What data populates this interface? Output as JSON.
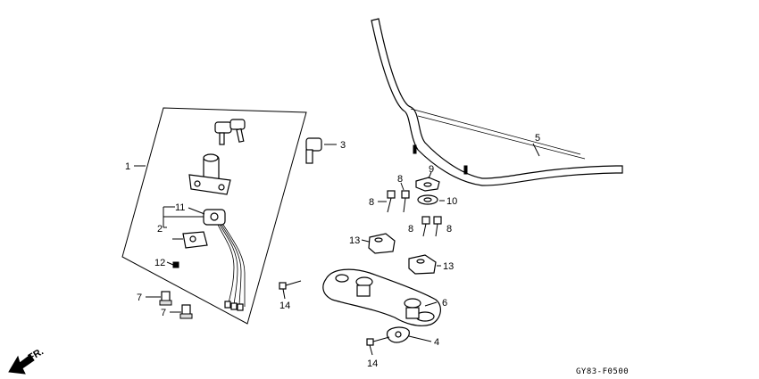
{
  "callouts": {
    "c1": "1",
    "c2": "2",
    "c3": "3",
    "c4": "4",
    "c5": "5",
    "c6": "6",
    "c7a": "7",
    "c7b": "7",
    "c8a": "8",
    "c8b": "8",
    "c8c": "8",
    "c8d": "8",
    "c9": "9",
    "c10": "10",
    "c11": "11",
    "c12": "12",
    "c13a": "13",
    "c13b": "13",
    "c14a": "14",
    "c14b": "14"
  },
  "front_marker": "FR.",
  "diagram_code": "GY83-F0500"
}
